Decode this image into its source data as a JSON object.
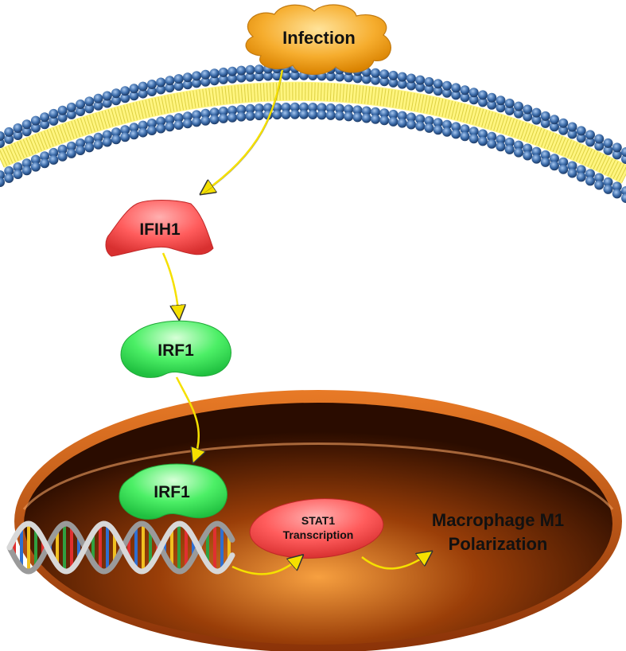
{
  "nodes": {
    "infection": "Infection",
    "ifih1": "IFIH1",
    "irf1_cytoplasm": "IRF1",
    "irf1_nucleus": "IRF1",
    "stat1_line1": "STAT1",
    "stat1_line2": "Transcription"
  },
  "outcome": {
    "line1": "Macrophage M1",
    "line2": "Polarization"
  },
  "colors": {
    "infection": "#f0a020",
    "ifih1": "#ff5a5a",
    "irf1": "#3ee65a",
    "membrane_bead": "#2f5f9e",
    "membrane_core": "#fff36a",
    "nucleus": "#c85a14",
    "arrow": "#f5e000"
  }
}
